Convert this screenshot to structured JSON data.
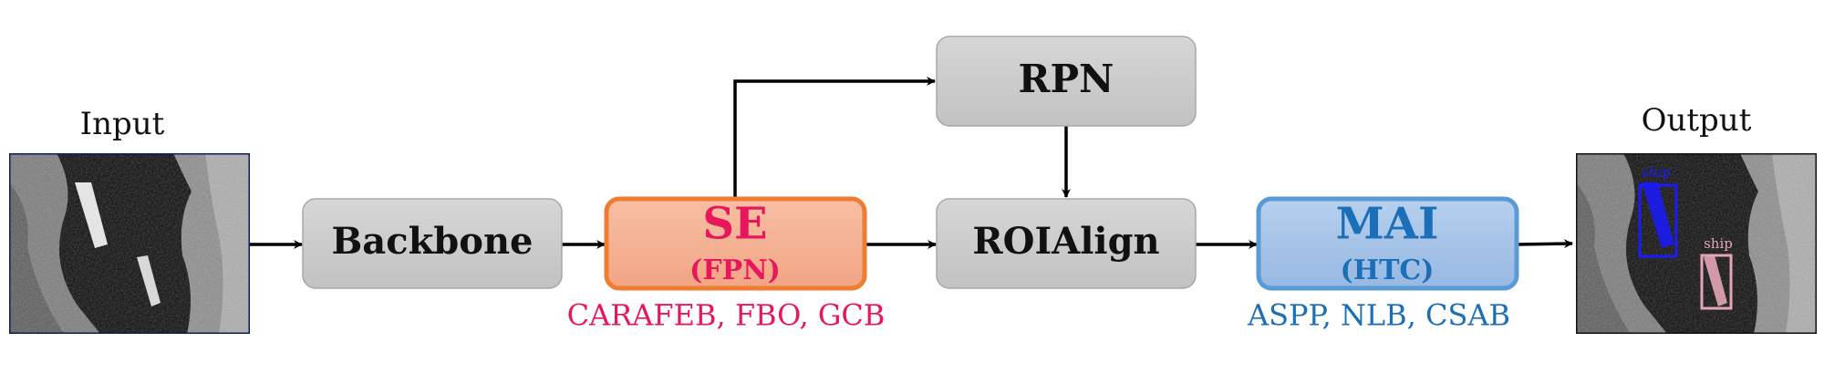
{
  "captions": {
    "input": "Input",
    "output": "Output"
  },
  "blocks": {
    "backbone": "Backbone",
    "se": "SE",
    "se_sub": "(FPN)",
    "rpn": "RPN",
    "roialign": "ROIAlign",
    "mai": "MAI",
    "mai_sub": "(HTC)"
  },
  "variants": {
    "se": "CARAFEB, FBO, GCB",
    "mai": "ASPP, NLB, CSAB"
  },
  "detections": [
    "ship",
    "ship"
  ],
  "colors": {
    "se_accent": "#e8175d",
    "se_border": "#ee7d32",
    "se_fill": "#f4b597",
    "mai_accent": "#1b6fb8",
    "mai_border": "#5b9bd5",
    "mai_fill": "#a9c6ea",
    "gray_fill": "#cdcdcd",
    "gray_border": "#a8a8a8",
    "det_blue": "#1a1aff",
    "det_pink": "#e4a6b4"
  }
}
